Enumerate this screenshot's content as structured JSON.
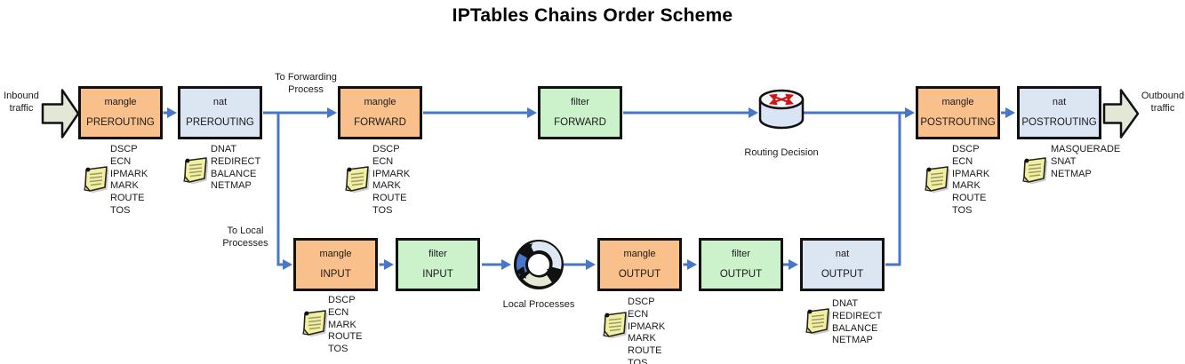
{
  "title": "IPTables Chains Order Scheme",
  "flow_labels": {
    "inbound": "Inbound\ntraffic",
    "outbound": "Outbound\ntraffic",
    "to_forwarding": "To Forwarding\nProcess",
    "to_local": "To Local\nProcesses",
    "routing_decision": "Routing Decision",
    "local_processes": "Local Processes"
  },
  "chains": [
    {
      "table": "mangle",
      "chain": "PREROUTING",
      "targets": [
        "DSCP",
        "ECN",
        "IPMARK",
        "MARK",
        "ROUTE",
        "TOS"
      ]
    },
    {
      "table": "nat",
      "chain": "PREROUTING",
      "targets": [
        "DNAT",
        "REDIRECT",
        "BALANCE",
        "NETMAP"
      ]
    },
    {
      "table": "mangle",
      "chain": "FORWARD",
      "targets": [
        "DSCP",
        "ECN",
        "IPMARK",
        "MARK",
        "ROUTE",
        "TOS"
      ]
    },
    {
      "table": "filter",
      "chain": "FORWARD",
      "targets": []
    },
    {
      "table": "mangle",
      "chain": "POSTROUTING",
      "targets": [
        "DSCP",
        "ECN",
        "IPMARK",
        "MARK",
        "ROUTE",
        "TOS"
      ]
    },
    {
      "table": "nat",
      "chain": "POSTROUTING",
      "targets": [
        "MASQUERADE",
        "SNAT",
        "NETMAP"
      ]
    },
    {
      "table": "mangle",
      "chain": "INPUT",
      "targets": [
        "DSCP",
        "ECN",
        "MARK",
        "ROUTE",
        "TOS"
      ]
    },
    {
      "table": "filter",
      "chain": "INPUT",
      "targets": []
    },
    {
      "table": "mangle",
      "chain": "OUTPUT",
      "targets": [
        "DSCP",
        "ECN",
        "IPMARK",
        "MARK",
        "ROUTE",
        "TOS"
      ]
    },
    {
      "table": "filter",
      "chain": "OUTPUT",
      "targets": []
    },
    {
      "table": "nat",
      "chain": "OUTPUT",
      "targets": [
        "DNAT",
        "REDIRECT",
        "BALANCE",
        "NETMAP"
      ]
    }
  ],
  "colors": {
    "mangle_fill": "#FAC08C",
    "filter_fill": "#CCF2CB",
    "nat_fill": "#DCE5F2",
    "connector_blue": "#4876C8",
    "traffic_arrow_fill": "#E3E8D6",
    "note_fill": "#F2EF9F"
  }
}
